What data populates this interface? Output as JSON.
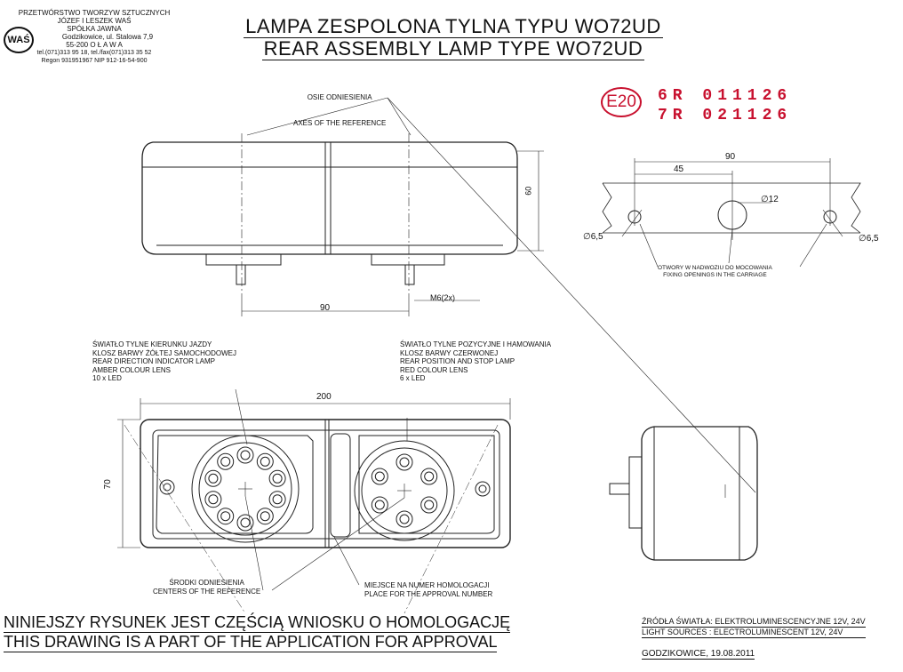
{
  "company": {
    "name1": "PRZETWÓRSTWO TWORZYW SZTUCZNYCH",
    "name2": "JÓZEF I LESZEK WAŚ",
    "name3": "SPÓŁKA JAWNA",
    "address1": "Godzikowice, ul. Stalowa 7,9",
    "address2": "55-200 O Ł A W A",
    "phone": "tel.(071)313 95 18, tel./fax(071)313 35 52",
    "regon": "Regon 931951967 NIP 912-16-54-900",
    "logo_text": "WAŚ"
  },
  "title": {
    "pl": "LAMPA ZESPOLONA TYLNA  TYPU WO72UD",
    "en": "REAR ASSEMBLY LAMP TYPE WO72UD"
  },
  "homologation": {
    "mark": "E20",
    "line1": "6R 011126",
    "line2": "7R 021126"
  },
  "labels": {
    "axes_pl": "OSIE ODNIESIENIA",
    "axes_en": "AXES OF THE REFERENCE",
    "fixing": "OTWORY W NADWOZIU DO MOCOWANIA\nFIXING OPENINGS IN THE CARRIAGE",
    "indicator": "ŚWIATŁO TYLNE KIERUNKU JAZDY\nKLOSZ BARWY ŻÓŁTEJ SAMOCHODOWEJ\nREAR DIRECTION INDICATOR LAMP\nAMBER COLOUR LENS\n10 x LED",
    "position": "ŚWIATŁO TYLNE POZYCYJNE I HAMOWANIA\nKLOSZ BARWY CZERWONEJ\nREAR POSITION AND STOP LAMP\nRED COLOUR LENS\n6 x LED",
    "centers": "ŚRODKI ODNIESIENIA\nCENTERS OF THE REFERENCE",
    "approval_place": "MIEJSCE NA NUMER HOMOLOGACJI\nPLACE FOR THE APPROVAL NUMBER"
  },
  "dimensions": {
    "height_top": "60",
    "bolt_spacing": "90",
    "thread": "M6(2x)",
    "hole_spacing": "90",
    "hole_half": "45",
    "center_hole": "∅12",
    "side_hole_left": "∅6,5",
    "side_hole_right": "∅6,5",
    "width_front": "200",
    "height_front": "70"
  },
  "footer": {
    "pl": "NINIEJSZY RYSUNEK JEST CZĘŚCIĄ WNIOSKU O  HOMOLOGACJĘ",
    "en": "THIS DRAWING IS A PART OF THE APPLICATION FOR  APPROVAL",
    "sources_pl": "ŹRÓDŁA ŚWIATŁA: ELEKTROLUMINESCENCYJNE  12V, 24V",
    "sources_en": "LIGHT SOURCES : ELECTROLUMINESCENT  12V, 24V",
    "date": "GODZIKOWICE,  19.08.2011"
  }
}
